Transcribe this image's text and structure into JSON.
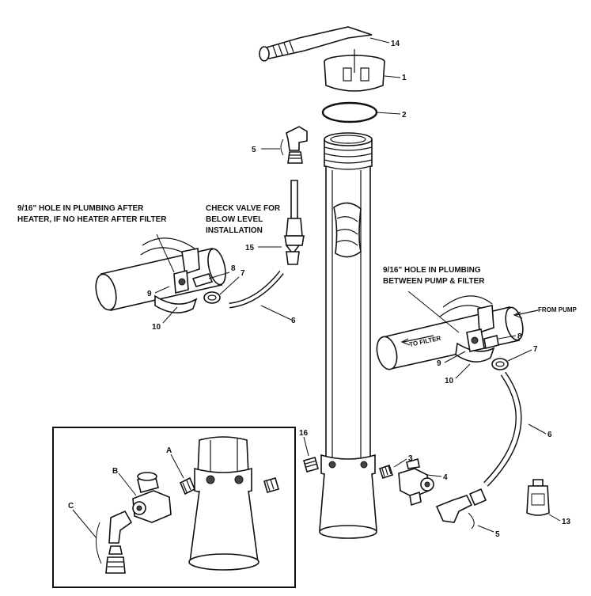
{
  "notes": {
    "hole_after_heater": [
      "9/16\" HOLE IN PLUMBING AFTER",
      "HEATER, IF NO HEATER AFTER FILTER"
    ],
    "check_valve": [
      "CHECK VALVE FOR",
      "BELOW LEVEL",
      "INSTALLATION"
    ],
    "hole_between": [
      "9/16\" HOLE IN PLUMBING",
      "BETWEEN PUMP & FILTER"
    ],
    "from_pump": "FROM PUMP",
    "to_filter": "TO FILTER"
  },
  "callouts": {
    "n14": "14",
    "n1": "1",
    "n2": "2",
    "n5a": "5",
    "n15": "15",
    "n8a": "8",
    "n7a": "7",
    "n9a": "9",
    "n10a": "10",
    "n6a": "6",
    "n8b": "8",
    "n7b": "7",
    "n9b": "9",
    "n10b": "10",
    "n6b": "6",
    "n16": "16",
    "n3": "3",
    "n4": "4",
    "n5b": "5",
    "n13": "13",
    "nA": "A",
    "nB": "B",
    "nC": "C"
  }
}
